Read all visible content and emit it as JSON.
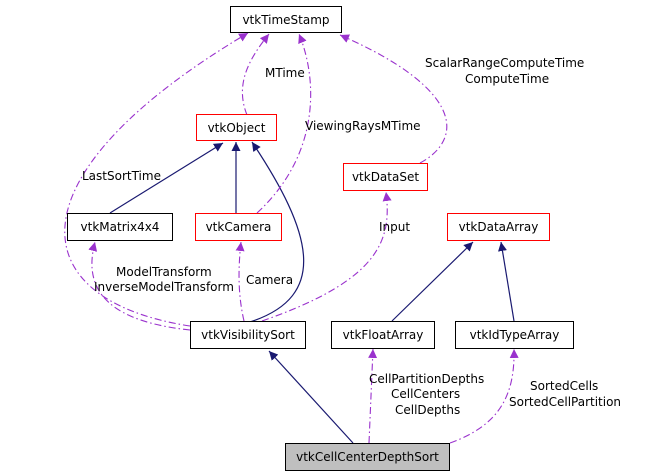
{
  "colors": {
    "inheritance": "#191970",
    "usage": "#9a32cd",
    "border_red": "#ff0000",
    "border_black": "#000000",
    "focus_fill": "#bfbfbf"
  },
  "nodes": {
    "timestamp": "vtkTimeStamp",
    "object": "vtkObject",
    "dataset": "vtkDataSet",
    "matrix": "vtkMatrix4x4",
    "camera": "vtkCamera",
    "dataarray": "vtkDataArray",
    "visibilitysort": "vtkVisibilitySort",
    "floatarray": "vtkFloatArray",
    "idtypearray": "vtkIdTypeArray",
    "cellcenter": "vtkCellCenterDepthSort"
  },
  "labels": {
    "mtime": "MTime",
    "viewingrays": "ViewingRaysMTime",
    "scalarrange": "ScalarRangeComputeTime",
    "computetime": "ComputeTime",
    "lastsorttime": "LastSortTime",
    "input": "Input",
    "modeltransform": "ModelTransform",
    "inversemodeltransform": "InverseModelTransform",
    "camera": "Camera",
    "cellpartitiondepths": "CellPartitionDepths",
    "cellcenters": "CellCenters",
    "celldepths": "CellDepths",
    "sortedcells": "SortedCells",
    "sortedcellpartition": "SortedCellPartition"
  }
}
